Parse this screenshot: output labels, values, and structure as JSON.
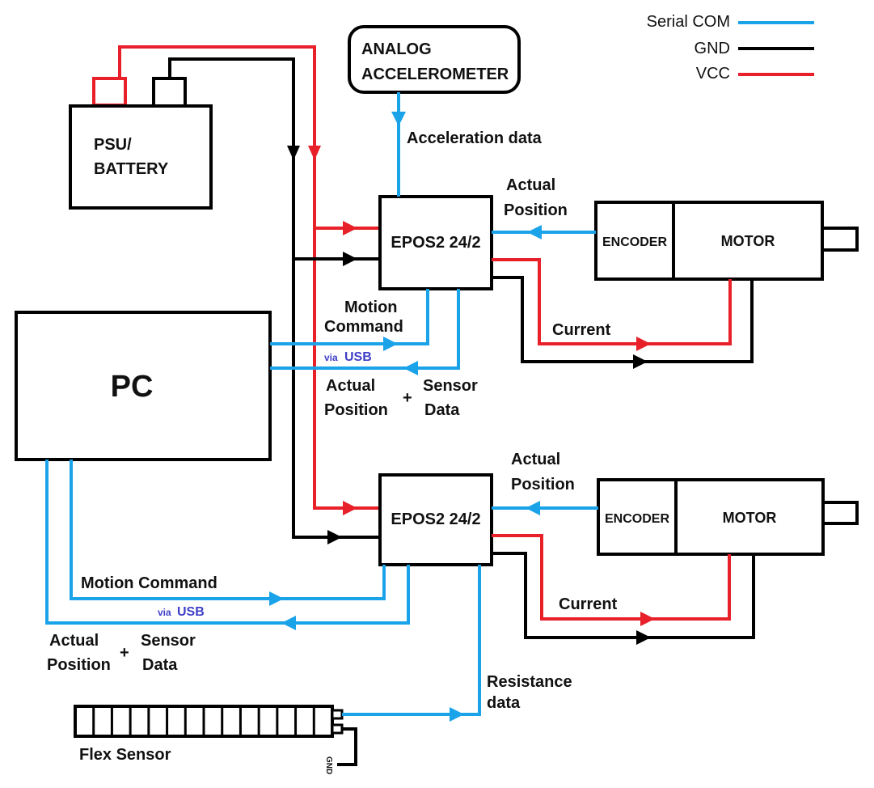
{
  "colors": {
    "serial": "#1aa3e8",
    "gnd": "#000000",
    "vcc": "#e8202a",
    "usb_text": "#3f3fc8"
  },
  "legend": [
    {
      "label": "Serial COM",
      "color_key": "serial"
    },
    {
      "label": "GND",
      "color_key": "gnd"
    },
    {
      "label": "VCC",
      "color_key": "vcc"
    }
  ],
  "blocks": {
    "psu_line1": "PSU/",
    "psu_line2": "BATTERY",
    "accel_line1": "ANALOG",
    "accel_line2": "ACCELEROMETER",
    "pc": "PC",
    "epos_top": "EPOS2 24/2",
    "epos_bottom": "EPOS2 24/2",
    "encoder_top": "ENCODER",
    "motor_top": "MOTOR",
    "encoder_bottom": "ENCODER",
    "motor_bottom": "MOTOR",
    "flex_sensor": "Flex Sensor",
    "gnd_small": "GND"
  },
  "labels": {
    "acceleration_data": "Acceleration data",
    "actual_position_top_l1": "Actual",
    "actual_position_top_l2": "Position",
    "motion_command_top_l1": "Motion",
    "motion_command_top_l2": "Command",
    "via_top": "via",
    "usb_top": "USB",
    "pos_sensor_top_a1": "Actual",
    "pos_sensor_top_a2": "Position",
    "plus_top": "+",
    "pos_sensor_top_s1": "Sensor",
    "pos_sensor_top_s2": "Data",
    "current_top": "Current",
    "actual_position_bottom_l1": "Actual",
    "actual_position_bottom_l2": "Position",
    "motion_command_bottom": "Motion Command",
    "via_bottom": "via",
    "usb_bottom": "USB",
    "pos_sensor_bottom_a1": "Actual",
    "pos_sensor_bottom_a2": "Position",
    "plus_bottom": "+",
    "pos_sensor_bottom_s1": "Sensor",
    "pos_sensor_bottom_s2": "Data",
    "current_bottom": "Current",
    "resistance_l1": "Resistance",
    "resistance_l2": "data"
  }
}
